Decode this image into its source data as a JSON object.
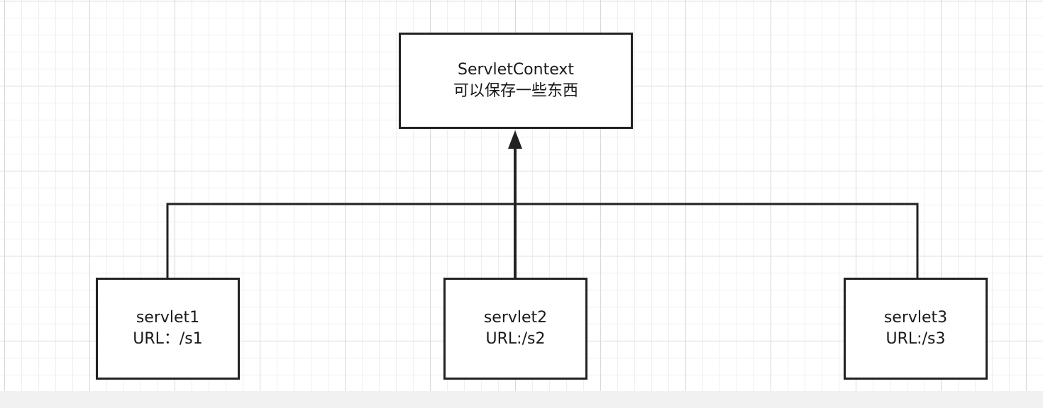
{
  "diagram": {
    "nodes": {
      "context": {
        "line1": "ServletContext",
        "line2": "可以保存一些东西"
      },
      "s1": {
        "line1": "servlet1",
        "line2": "URL：/s1"
      },
      "s2": {
        "line1": "servlet2",
        "line2": "URL:/s2"
      },
      "s3": {
        "line1": "servlet3",
        "line2": "URL:/s3"
      }
    },
    "edges": [
      {
        "from": "s1",
        "to": "context"
      },
      {
        "from": "s2",
        "to": "context"
      },
      {
        "from": "s3",
        "to": "context"
      }
    ]
  },
  "colors": {
    "stroke": "#222222",
    "grid_major": "#d8d8d8",
    "grid_minor": "#efefef",
    "canvas": "#ffffff",
    "bottom_bar": "#f1f1f1"
  }
}
